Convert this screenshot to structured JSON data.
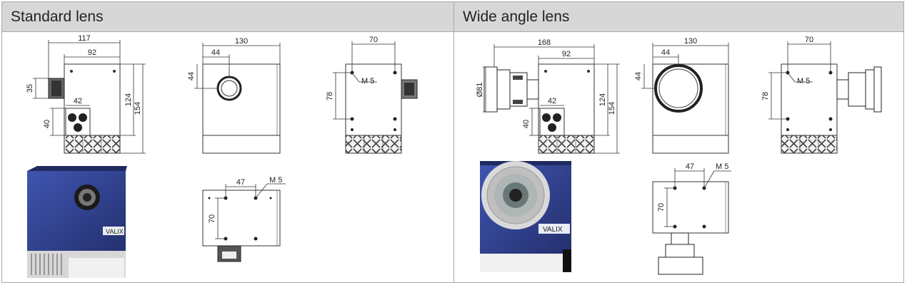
{
  "columns": [
    {
      "title": "Standard lens"
    },
    {
      "title": "Wide angle lens"
    }
  ],
  "standard": {
    "side": {
      "d_total": "117",
      "d_body": "92",
      "d_lens": "35",
      "d_conn": "42",
      "d_conn_h": "40",
      "d_h1": "124",
      "d_h2": "154"
    },
    "front": {
      "d_w": "130",
      "d_x": "44",
      "d_y": "44"
    },
    "back": {
      "d_w": "70",
      "d_h": "78",
      "thread": "M 5"
    },
    "bottom": {
      "d_x": "47",
      "d_h": "70",
      "thread": "M 5"
    },
    "photo_logo": "VALIX"
  },
  "wide": {
    "side": {
      "d_total": "168",
      "d_body": "92",
      "d_lens": "Ø81",
      "d_conn": "42",
      "d_conn_h": "40",
      "d_h1": "124",
      "d_h2": "154"
    },
    "front": {
      "d_w": "130",
      "d_x": "44",
      "d_y": "44"
    },
    "back": {
      "d_w": "70",
      "d_h": "78",
      "thread": "M 5"
    },
    "bottom": {
      "d_x": "47",
      "d_h": "70",
      "thread": "M 5"
    },
    "photo_logo": "VALIX"
  },
  "colors": {
    "header_bg": "#d7d7d7",
    "camera_body": "#34469a",
    "heatsink": "#cfcfcf"
  }
}
